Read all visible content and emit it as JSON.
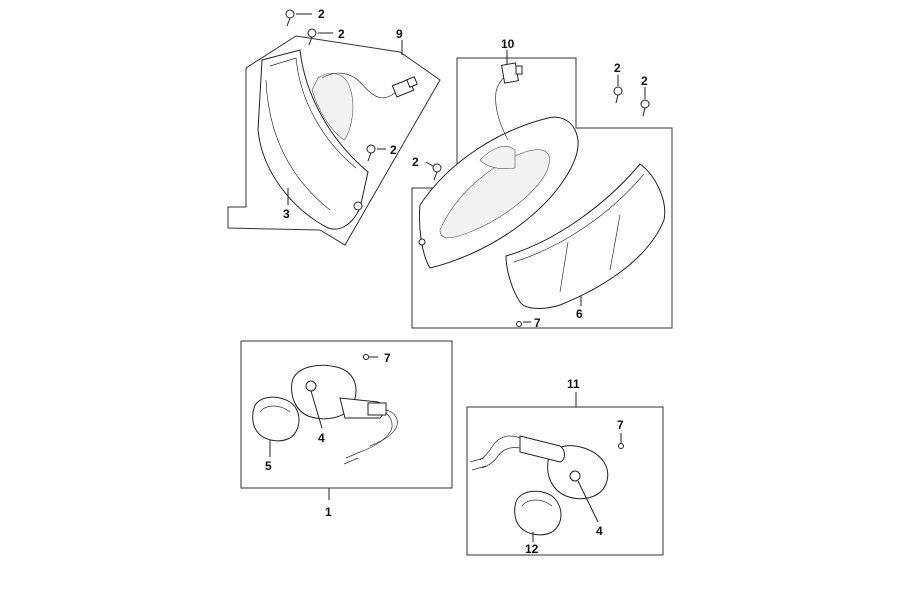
{
  "labels": {
    "screw_a": "2",
    "screw_b": "2",
    "screw_c": "2",
    "screw_d": "2",
    "screw_e": "2",
    "screw_f": "2",
    "harness_left": "9",
    "harness_right": "10",
    "lens_left": "3",
    "lens_right": "6",
    "clip_top": "7",
    "bulb_left": "4",
    "lens_small_left": "5",
    "clip_left": "7",
    "assembly_left": "1",
    "assembly_right": "11",
    "clip_right": "7",
    "bulb_right": "4",
    "lens_small_right": "12"
  }
}
